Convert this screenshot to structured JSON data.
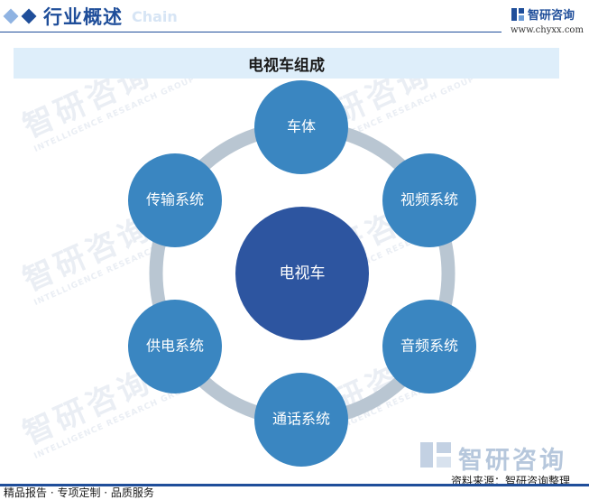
{
  "header": {
    "section_title": "行业概述",
    "section_ghost": "Chain",
    "brand_name": "智研咨询",
    "brand_url": "www.chyxx.com"
  },
  "diagram": {
    "title": "电视车组成",
    "center": "电视车",
    "components": [
      "车体",
      "视频系统",
      "音频系统",
      "通话系统",
      "供电系统",
      "传输系统"
    ]
  },
  "watermark": {
    "brand": "智研咨询",
    "tagline": "INTELLIGENCE RESEARCH GROUP"
  },
  "footer": {
    "source": "资料来源：智研咨询整理",
    "services": "精品报告 · 专项定制 · 品质服务"
  },
  "colors": {
    "brand_blue": "#1f4e9a",
    "node_blue": "#3a86c1",
    "center_blue": "#2d55a0",
    "ring_gray": "#b9c6d2",
    "title_bg": "#deeefa"
  }
}
